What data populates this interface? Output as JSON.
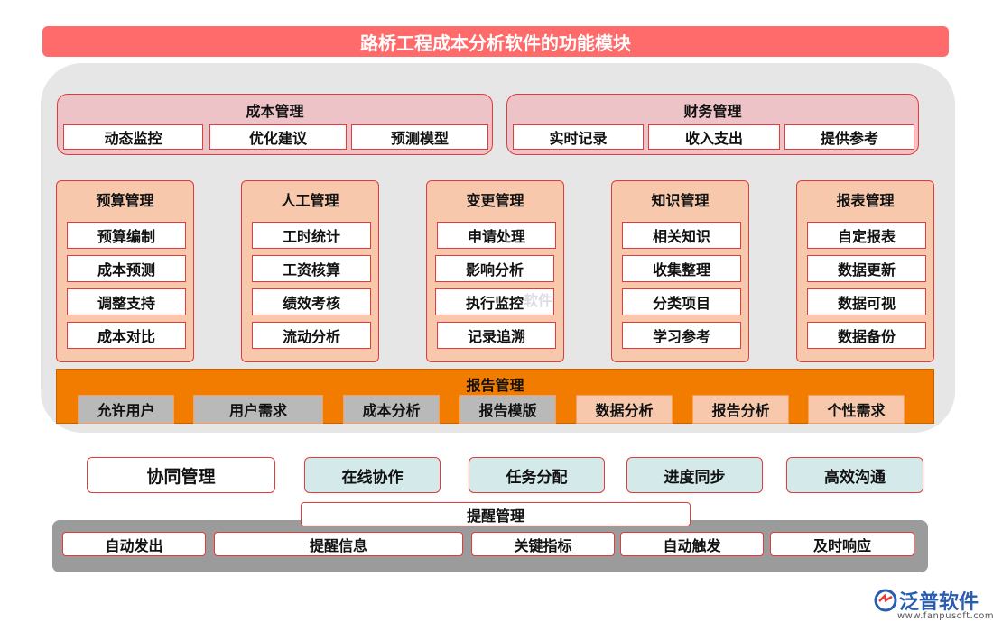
{
  "title": "路桥工程成本分析软件的功能模块",
  "cost_mgmt": {
    "title": "成本管理",
    "items": [
      "动态监控",
      "优化建议",
      "预测模型"
    ]
  },
  "finance_mgmt": {
    "title": "财务管理",
    "items": [
      "实时记录",
      "收入支出",
      "提供参考"
    ]
  },
  "columns": [
    {
      "title": "预算管理",
      "items": [
        "预算编制",
        "成本预测",
        "调整支持",
        "成本对比"
      ]
    },
    {
      "title": "人工管理",
      "items": [
        "工时统计",
        "工资核算",
        "绩效考核",
        "流动分析"
      ]
    },
    {
      "title": "变更管理",
      "items": [
        "申请处理",
        "影响分析",
        "执行监控",
        "记录追溯"
      ]
    },
    {
      "title": "知识管理",
      "items": [
        "相关知识",
        "收集整理",
        "分类项目",
        "学习参考"
      ]
    },
    {
      "title": "报表管理",
      "items": [
        "自定报表",
        "数据更新",
        "数据可视",
        "数据备份"
      ]
    }
  ],
  "report_mgmt": {
    "title": "报告管理",
    "items": [
      "允许用户",
      "用户需求",
      "成本分析",
      "报告模版",
      "数据分析",
      "报告分析",
      "个性需求"
    ]
  },
  "collab": {
    "title": "协同管理",
    "items": [
      "在线协作",
      "任务分配",
      "进度同步",
      "高效沟通"
    ]
  },
  "remind": {
    "title": "提醒管理",
    "items": [
      "自动发出",
      "提醒信息",
      "关键指标",
      "自动触发",
      "及时响应"
    ]
  },
  "watermark": "软件",
  "logo": {
    "name": "泛普软件",
    "url": "www.fanpusoft.com"
  },
  "colors": {
    "title_bar": "#ff6b6b",
    "accent_border": "#e23b3b",
    "report_orange": "#f27c00",
    "logo_blue": "#2a5db0"
  }
}
